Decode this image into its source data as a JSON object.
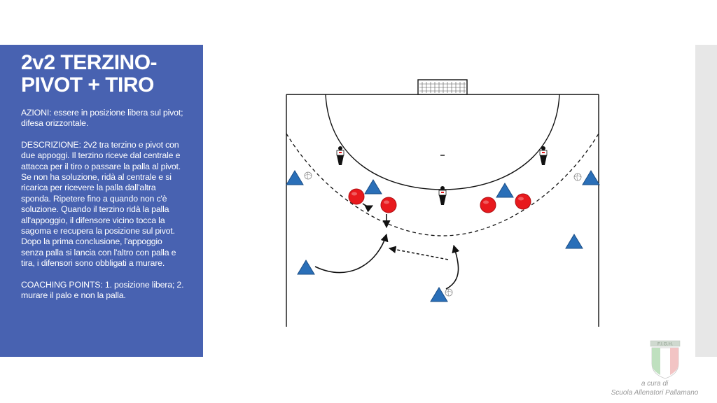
{
  "slide": {
    "title": "2v2 TERZINO-PIVOT + TIRO",
    "azioni": "AZIONI: essere in posizione libera sul pivot; difesa orizzontale.",
    "descrizione": "DESCRIZIONE: 2v2 tra terzino e pivot con due appoggi. Il terzino riceve dal centrale e attacca per il tiro o passare la palla al pivot. Se non ha soluzione, ridà al centrale e si ricarica per ricevere la palla dall'altra sponda. Ripetere fino a quando non c'è soluzione. Quando il terzino ridà la palla all'appoggio, il difensore vicino tocca la sagoma e recupera la posizione sul pivot. Dopo la prima conclusione, l'appoggio senza palla si lancia con l'altro con palla e tira, i difensori sono obbligati a murare.",
    "coaching": "COACHING POINTS: 1. posizione libera; 2. murare il palo e non la palla."
  },
  "footer": {
    "logo_text": "F.I.G.H.",
    "credit_line1": "a cura di",
    "credit_line2": "Scuola Allenatori Pallamano"
  },
  "colors": {
    "panel": "#4862b1",
    "attacker": "#2a6fb8",
    "defender": "#e8191d",
    "line": "#111111"
  },
  "diagram_icons": [
    "goal-icon",
    "attacker-triangle-icon",
    "defender-circle-icon",
    "mannequin-icon",
    "ball-icon",
    "pass-arrow-icon",
    "run-arrow-icon"
  ]
}
